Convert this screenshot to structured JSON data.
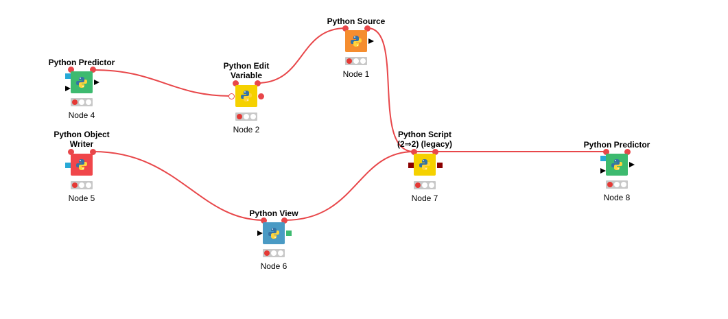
{
  "canvas": {
    "background": "#ffffff",
    "connection_color": "#e8474a"
  },
  "nodes": {
    "n1": {
      "title": "Python Source",
      "label": "Node 1",
      "color": "#f58d2f"
    },
    "n2": {
      "title": "Python Edit\nVariable",
      "label": "Node 2",
      "color": "#f5d100"
    },
    "n4": {
      "title": "Python Predictor",
      "label": "Node 4",
      "color": "#3dba6f"
    },
    "n5": {
      "title": "Python Object\nWriter",
      "label": "Node 5",
      "color": "#f0464a"
    },
    "n6": {
      "title": "Python View",
      "label": "Node 6",
      "color": "#4a9ac4"
    },
    "n7": {
      "title": "Python Script\n(2⇒2) (legacy)",
      "label": "Node 7",
      "color": "#f5d100"
    },
    "n8": {
      "title": "Python Predictor",
      "label": "Node 8",
      "color": "#3dba6f"
    }
  },
  "port_colors": {
    "table_in": "#27a9d6",
    "view_out": "#3dba6f",
    "object_port": "#8b0000"
  }
}
